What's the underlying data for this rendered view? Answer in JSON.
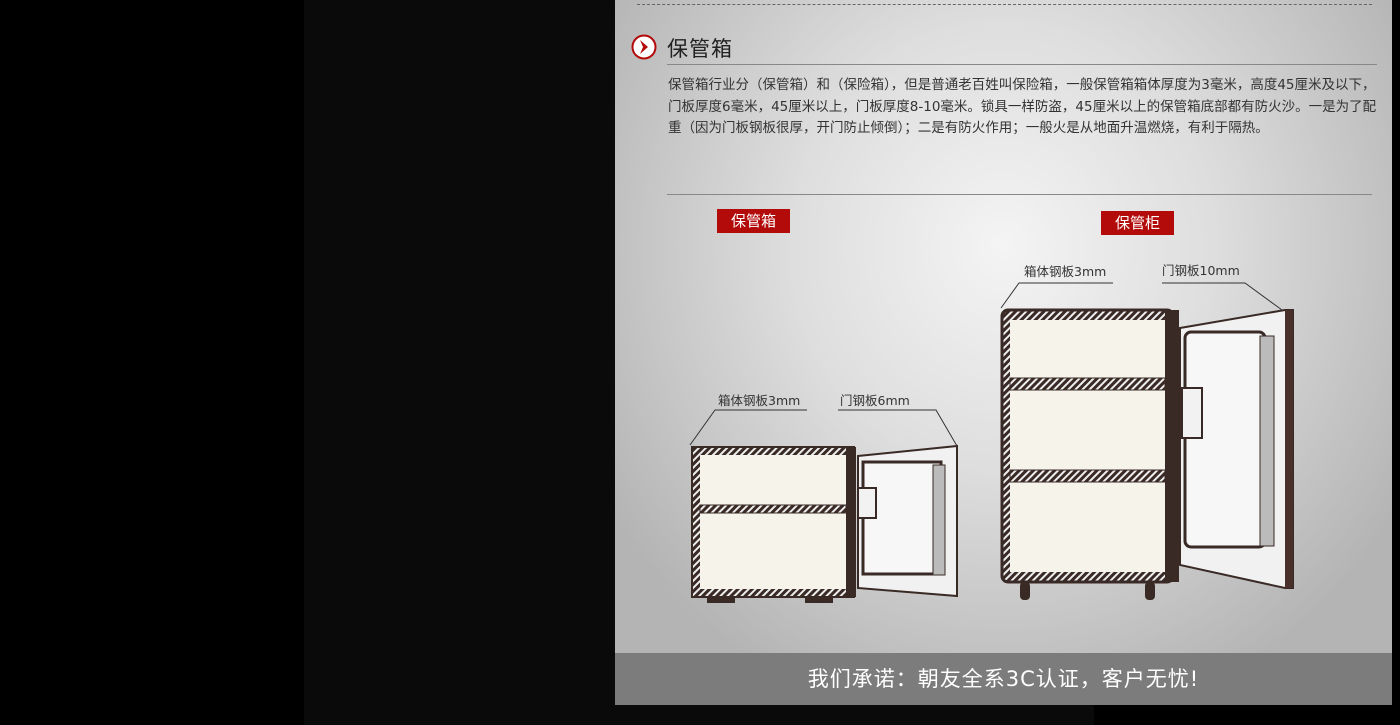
{
  "section": {
    "title": "保管箱",
    "icon": "chevron-right-circle-icon",
    "description": "保管箱行业分（保管箱）和（保险箱），但是普通老百姓叫保险箱，一般保管箱箱体厚度为3毫米，高度45厘米及以下，门板厚度6毫米，45厘米以上，门板厚度8-10毫米。锁具一样防盗，45厘米以上的保管箱底部都有防火沙。一是为了配重（因为门板钢板很厚，开门防止倾倒）；二是有防火作用；一般火是从地面升温燃烧，有利于隔热。"
  },
  "diagrams": [
    {
      "tag": "保管箱",
      "body_label": "箱体钢板3mm",
      "door_label": "门钢板6mm"
    },
    {
      "tag": "保管柜",
      "body_label": "箱体钢板3mm",
      "door_label": "门钢板10mm"
    }
  ],
  "footer": {
    "text": "我们承诺：朝友全系3C认证，客户无忧!"
  },
  "colors": {
    "accent": "#b30a0a",
    "footer_bg": "#7c7c7c"
  }
}
